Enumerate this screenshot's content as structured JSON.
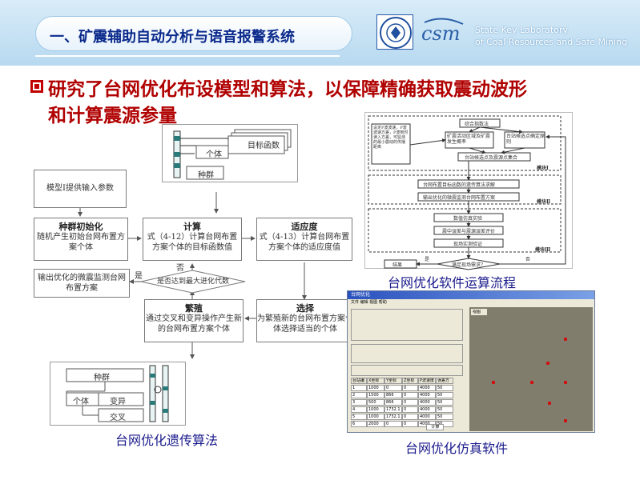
{
  "header": {
    "title": "一、矿震辅助自动分析与语音报警系统",
    "lab_line1": "State Key Laboratory",
    "lab_line2": "of Coal Resources and Safe Mining",
    "logo_text": "csm"
  },
  "heading": {
    "line1": "研究了台网优化布设模型和算法，以保障精确获取震动波形",
    "line2": "和计算震源参量"
  },
  "ga": {
    "inset_top": {
      "objective": "目标函数",
      "individual": "个体",
      "population": "种群"
    },
    "model": "模型Ⅰ提供输入参数",
    "init_title": "种群初始化",
    "init_body": "随机产生初始台网布置方案个体",
    "calc_title": "计算",
    "calc_body": "式（4-12）计算台网布置方案个体的目标函数值",
    "fit_title": "适应度",
    "fit_body": "式（4-13）计算台网布置方案个体的适应度值",
    "output": "输出优化的微震监测台网布置方案",
    "decision": "是否达到最大进化代数",
    "yes": "是",
    "no": "否",
    "breed_title": "繁殖",
    "breed_body": "通过交叉和变异操作产生新的台网布置方案个体",
    "select_title": "选择",
    "select_body": "为繁殖新的台网布置方案个体选择适当的个体",
    "inset_bottom": {
      "population": "种群",
      "individual": "个体",
      "mutation": "变异",
      "crossover": "交叉"
    },
    "caption": "台网优化遗传算法"
  },
  "flow": {
    "left_note": "设定P波波速，P波波速方差，P波到时读入方差，可监测的最小震动的传播距离",
    "synthesis": "综合指数法",
    "mine_zone": "矿震活动区域及矿震发生概率",
    "station_rule": "台站候选点确定原则",
    "candidate_set": "台站候选点及震源点集合",
    "module1": "模块Ⅰ",
    "objective": "台网布置目标函数的遗传算法求解",
    "output_opt": "输出优化的微震监测台网布置方案",
    "module2": "模块Ⅱ",
    "sim": "数值仿真实验",
    "error_eval": "震中误差与震源误差评价",
    "field_test": "现场实测验证",
    "module3": "模块Ⅲ",
    "result": "结果",
    "satisfy": "满足现场需求？",
    "yes": "是",
    "no": "否",
    "caption": "台网优化软件运算流程"
  },
  "software": {
    "window_title": "台网优化",
    "menu": "文件  编辑  视图  帮助",
    "view_tab": "视图",
    "table_headers": [
      "台站编号",
      "X坐标",
      "Y坐标",
      "Z坐标",
      "P波速度",
      "误差方差"
    ],
    "table_rows": [
      [
        "1",
        "1000",
        "0",
        "0",
        "4000",
        "50"
      ],
      [
        "2",
        "1500",
        "866",
        "0",
        "4000",
        "50"
      ],
      [
        "3",
        "500",
        "866",
        "0",
        "4000",
        "50"
      ],
      [
        "4",
        "1000",
        "1732.1",
        "0",
        "4000",
        "50"
      ],
      [
        "5",
        "1000",
        "1732.1",
        "0",
        "4000",
        "50"
      ],
      [
        "6",
        "2000",
        "0",
        "0",
        "4000",
        "50"
      ]
    ],
    "button": "计算",
    "caption": "台网优化仿真软件"
  },
  "colors": {
    "title_blue": "#0b2a8c",
    "heading_red": "#b00000",
    "caption_blue": "#1a1a8c",
    "station_dot": "#d01010"
  }
}
